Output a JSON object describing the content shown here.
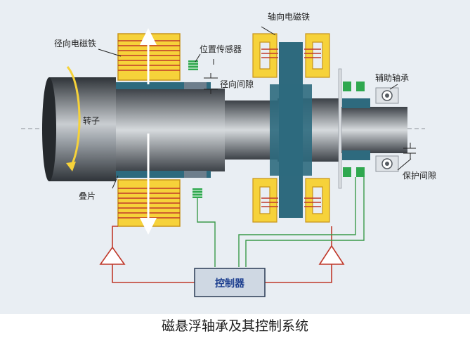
{
  "labels": {
    "radial_electromagnet": "径向电磁铁",
    "axial_electromagnet": "轴向电磁铁",
    "position_sensor": "位置传感器",
    "radial_gap": "径向间隙",
    "auxiliary_bearing": "辅助轴承",
    "rotor": "转子",
    "lamination": "叠片",
    "protection_gap": "保护间隙",
    "controller": "控制器"
  },
  "caption": "磁悬浮轴承及其控制系统",
  "colors": {
    "background": "#e9eef3",
    "shaft_dark": "#3c4147",
    "shaft_light": "#b8bdc2",
    "magnet_fill": "#f6d23a",
    "magnet_edge": "#c8941a",
    "coil": "#c0392b",
    "stator_teal": "#2e6a7e",
    "sensor_green": "#2fa84f",
    "controller_box": "#cfd8e3",
    "controller_text": "#1d3f8f",
    "signal_red": "#c0392b",
    "signal_green": "#3a9a4a"
  }
}
